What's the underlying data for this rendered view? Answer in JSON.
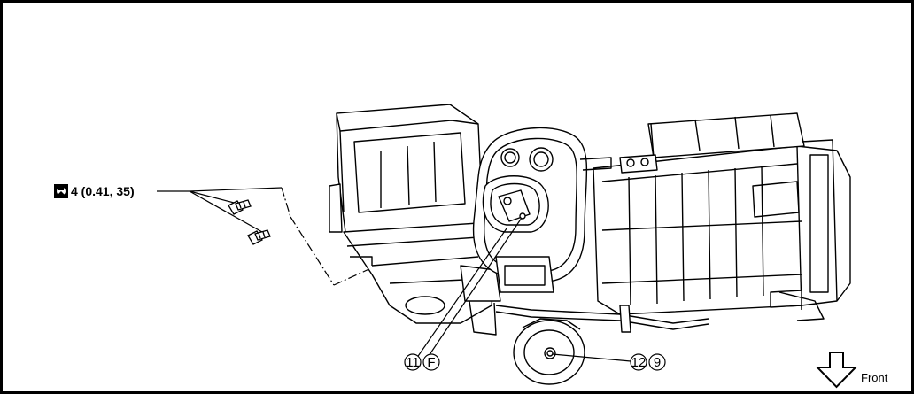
{
  "torque": {
    "icon": "torque-wrench-icon",
    "label": "4 (0.41, 35)"
  },
  "callouts": [
    {
      "number": "11",
      "letter": "F"
    },
    {
      "number": "12",
      "letter": "9"
    }
  ],
  "direction": {
    "icon": "arrow-down-icon",
    "label": "Front"
  }
}
